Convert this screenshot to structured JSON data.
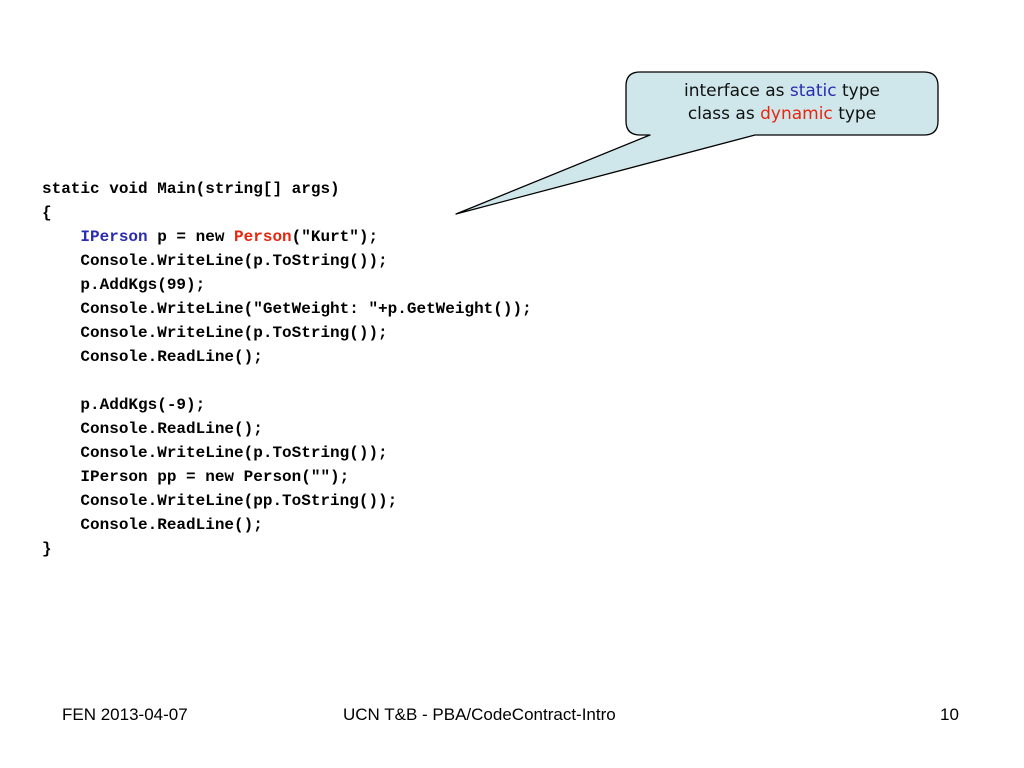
{
  "callout": {
    "line1": {
      "before": "interface as ",
      "highlight": "static",
      "after": " type"
    },
    "line2": {
      "before": "class as ",
      "highlight": "dynamic",
      "after": " type"
    },
    "fill": "#cfe7ea",
    "static_color": "#2b2bb0",
    "dynamic_color": "#e6260e"
  },
  "code": {
    "lines": [
      [
        {
          "t": "static void Main(string[] args)"
        }
      ],
      [
        {
          "t": "{"
        }
      ],
      [
        {
          "t": "    "
        },
        {
          "t": "IPerson",
          "c": "blue"
        },
        {
          "t": " p = new "
        },
        {
          "t": "Person",
          "c": "red"
        },
        {
          "t": "(\"Kurt\");"
        }
      ],
      [
        {
          "t": "    Console.WriteLine(p.ToString());"
        }
      ],
      [
        {
          "t": "    p.AddKgs(99);"
        }
      ],
      [
        {
          "t": "    Console.WriteLine(\"GetWeight: \"+p.GetWeight());"
        }
      ],
      [
        {
          "t": "    Console.WriteLine(p.ToString());"
        }
      ],
      [
        {
          "t": "    Console.ReadLine();"
        }
      ],
      [
        {
          "t": ""
        }
      ],
      [
        {
          "t": "    p.AddKgs(-9);"
        }
      ],
      [
        {
          "t": "    Console.ReadLine();"
        }
      ],
      [
        {
          "t": "    Console.WriteLine(p.ToString());"
        }
      ],
      [
        {
          "t": "    IPerson pp = new Person(\"\");"
        }
      ],
      [
        {
          "t": "    Console.WriteLine(pp.ToString());"
        }
      ],
      [
        {
          "t": "    Console.ReadLine();"
        }
      ],
      [
        {
          "t": "}"
        }
      ]
    ]
  },
  "footer": {
    "left": "FEN 2013-04-07",
    "center": "UCN T&B - PBA/CodeContract-Intro",
    "page_number": "10"
  }
}
